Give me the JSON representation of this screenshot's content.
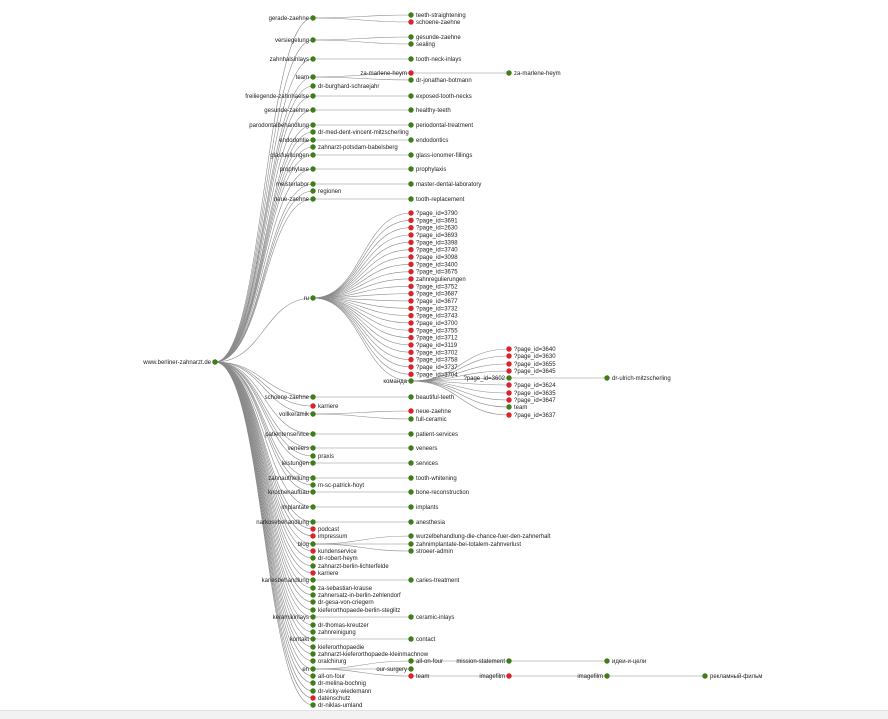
{
  "colors": {
    "ok": "#3f7d1a",
    "error": "#d9242c",
    "edge": "#8a8a8a",
    "text": "#222222"
  },
  "tree": {
    "label": "www.berliner-zahnarzt.de",
    "status": "ok",
    "children": [
      {
        "label": "gerade-zaehne",
        "status": "ok",
        "children": [
          {
            "label": "teeth-straightening",
            "status": "ok"
          },
          {
            "label": "schoene-zaehne",
            "status": "error"
          }
        ]
      },
      {
        "label": "versiegelung",
        "status": "ok",
        "children": [
          {
            "label": "gesunde-zaehne",
            "status": "ok"
          },
          {
            "label": "sealing",
            "status": "ok"
          }
        ]
      },
      {
        "label": "zahnhalsinlays",
        "status": "ok",
        "children": [
          {
            "label": "tooth-neck-inlays",
            "status": "ok"
          }
        ]
      },
      {
        "label": "team",
        "status": "ok",
        "children": [
          {
            "label": "za-marlene-heym",
            "status": "error",
            "children": [
              {
                "label": "za-marlene-heym",
                "status": "ok"
              }
            ]
          },
          {
            "label": "dr-jonathan-botmann",
            "status": "ok"
          }
        ]
      },
      {
        "label": "dr-burghard-schraejahr",
        "status": "ok"
      },
      {
        "label": "freiliegende-zahnhaelse",
        "status": "ok",
        "children": [
          {
            "label": "exposed-tooth-necks",
            "status": "ok"
          }
        ]
      },
      {
        "label": "gesunde-zaehne",
        "status": "ok",
        "children": [
          {
            "label": "healthy-teeth",
            "status": "ok"
          }
        ]
      },
      {
        "label": "parodontalbehandlung",
        "status": "ok",
        "children": [
          {
            "label": "periodontal-treatment",
            "status": "ok"
          }
        ]
      },
      {
        "label": "dr-med-dent-vincent-mitzscherling",
        "status": "ok"
      },
      {
        "label": "endodontie",
        "status": "ok",
        "children": [
          {
            "label": "endodontics",
            "status": "ok"
          }
        ]
      },
      {
        "label": "zahnarzt-potsdam-babelsberg",
        "status": "ok"
      },
      {
        "label": "glasfuellungen",
        "status": "ok",
        "children": [
          {
            "label": "glass-ionomer-fillings",
            "status": "ok"
          }
        ]
      },
      {
        "label": "prophylaxe",
        "status": "ok",
        "children": [
          {
            "label": "prophylaxis",
            "status": "ok"
          }
        ]
      },
      {
        "label": "meisterlabor",
        "status": "ok",
        "children": [
          {
            "label": "master-dental-laboratory",
            "status": "ok"
          }
        ]
      },
      {
        "label": "regionen",
        "status": "ok"
      },
      {
        "label": "neue-zaehne",
        "status": "ok",
        "children": [
          {
            "label": "tooth-replacement",
            "status": "ok"
          }
        ]
      },
      {
        "label": "ru",
        "status": "ok",
        "children": [
          {
            "label": "?page_id=3790",
            "status": "error"
          },
          {
            "label": "?page_id=3691",
            "status": "error"
          },
          {
            "label": "?page_id=2630",
            "status": "error"
          },
          {
            "label": "?page_id=3693",
            "status": "error"
          },
          {
            "label": "?page_id=3398",
            "status": "error"
          },
          {
            "label": "?page_id=3740",
            "status": "error"
          },
          {
            "label": "?page_id=3098",
            "status": "error"
          },
          {
            "label": "?page_id=3400",
            "status": "error"
          },
          {
            "label": "?page_id=3675",
            "status": "error"
          },
          {
            "label": "zahnregulierungen",
            "status": "error"
          },
          {
            "label": "?page_id=3752",
            "status": "error"
          },
          {
            "label": "?page_id=3687",
            "status": "error"
          },
          {
            "label": "?page_id=3677",
            "status": "error"
          },
          {
            "label": "?page_id=3732",
            "status": "error"
          },
          {
            "label": "?page_id=3743",
            "status": "error"
          },
          {
            "label": "?page_id=3700",
            "status": "error"
          },
          {
            "label": "?page_id=3755",
            "status": "error"
          },
          {
            "label": "?page_id=3712",
            "status": "error"
          },
          {
            "label": "?page_id=3119",
            "status": "error"
          },
          {
            "label": "?page_id=3702",
            "status": "error"
          },
          {
            "label": "?page_id=3758",
            "status": "error"
          },
          {
            "label": "?page_id=3737",
            "status": "error"
          },
          {
            "label": "?page_id=3704",
            "status": "error"
          },
          {
            "label": "команда",
            "status": "ok",
            "children": [
              {
                "label": "?page_id=3640",
                "status": "error"
              },
              {
                "label": "?page_id=3630",
                "status": "error"
              },
              {
                "label": "?page_id=3655",
                "status": "error"
              },
              {
                "label": "?page_id=3645",
                "status": "error"
              },
              {
                "label": "?page_id=3602",
                "status": "ok",
                "children": [
                  {
                    "label": "dr-ulrich-mitzscherling",
                    "status": "ok"
                  }
                ]
              },
              {
                "label": "?page_id=3624",
                "status": "error"
              },
              {
                "label": "?page_id=3635",
                "status": "error"
              },
              {
                "label": "?page_id=3647",
                "status": "error"
              },
              {
                "label": "team",
                "status": "ok"
              },
              {
                "label": "?page_id=3637",
                "status": "error"
              }
            ]
          }
        ]
      },
      {
        "label": "schoene-zaehne",
        "status": "ok",
        "children": [
          {
            "label": "beautiful-teeth",
            "status": "ok"
          }
        ]
      },
      {
        "label": "karriere",
        "status": "error"
      },
      {
        "label": "vollkeramik",
        "status": "ok",
        "children": [
          {
            "label": "neue-zaehne",
            "status": "error"
          },
          {
            "label": "full-ceramic",
            "status": "ok"
          }
        ]
      },
      {
        "label": "patientenservice",
        "status": "ok",
        "children": [
          {
            "label": "patient-services",
            "status": "ok"
          }
        ]
      },
      {
        "label": "veneers",
        "status": "ok",
        "children": [
          {
            "label": "veneers",
            "status": "ok"
          }
        ]
      },
      {
        "label": "praxis",
        "status": "ok"
      },
      {
        "label": "leistungen",
        "status": "ok",
        "children": [
          {
            "label": "services",
            "status": "ok"
          }
        ]
      },
      {
        "label": "zahnaufhellung",
        "status": "ok",
        "children": [
          {
            "label": "tooth-whitening",
            "status": "ok"
          }
        ]
      },
      {
        "label": "m-sc-patrick-hoyt",
        "status": "ok"
      },
      {
        "label": "knochenaufbau",
        "status": "ok",
        "children": [
          {
            "label": "bone-reconstruction",
            "status": "ok"
          }
        ]
      },
      {
        "label": "implantate",
        "status": "ok",
        "children": [
          {
            "label": "implants",
            "status": "ok"
          }
        ]
      },
      {
        "label": "narkosebehandlung",
        "status": "ok",
        "children": [
          {
            "label": "anesthesia",
            "status": "ok"
          }
        ]
      },
      {
        "label": "podcast",
        "status": "error"
      },
      {
        "label": "impressum",
        "status": "error"
      },
      {
        "label": "blog",
        "status": "ok",
        "children": [
          {
            "label": "wurzelbehandlung-die-chance-fuer-den-zahnerhalt",
            "status": "ok"
          },
          {
            "label": "zahnimplantate-bei-totalem-zahnverlust",
            "status": "ok"
          },
          {
            "label": "stroeer-admin",
            "status": "ok"
          }
        ]
      },
      {
        "label": "kundenservice",
        "status": "error"
      },
      {
        "label": "dr-robert-heym",
        "status": "ok"
      },
      {
        "label": "zahnarzt-berlin-lichterfelde",
        "status": "ok"
      },
      {
        "label": "karriere",
        "status": "error"
      },
      {
        "label": "kariesbehandlung",
        "status": "ok",
        "children": [
          {
            "label": "caries-treatment",
            "status": "ok"
          }
        ]
      },
      {
        "label": "za-sebastian-krause",
        "status": "ok"
      },
      {
        "label": "zahnersatz-in-berlin-zehlendorf",
        "status": "ok"
      },
      {
        "label": "dr-gesa-von-criegern",
        "status": "ok"
      },
      {
        "label": "kieferorthopaede-berlin-steglitz",
        "status": "ok"
      },
      {
        "label": "keramikinlays",
        "status": "ok",
        "children": [
          {
            "label": "ceramic-inlays",
            "status": "ok"
          }
        ]
      },
      {
        "label": "dr-thomas-kreutzer",
        "status": "ok"
      },
      {
        "label": "zahnreinigung",
        "status": "ok"
      },
      {
        "label": "kontakt",
        "status": "ok",
        "children": [
          {
            "label": "contact",
            "status": "ok"
          }
        ]
      },
      {
        "label": "kieferorthopaedie",
        "status": "ok"
      },
      {
        "label": "zahnarzt-kieferorthopaede-kleinmachnow",
        "status": "ok"
      },
      {
        "label": "oralchirurg",
        "status": "ok"
      },
      {
        "label": "en",
        "status": "ok",
        "children": [
          {
            "label": "all-on-four",
            "status": "ok",
            "children": [
              {
                "label": "mission-statement",
                "status": "ok",
                "children": [
                  {
                    "label": "идеи-и-цели",
                    "status": "ok"
                  }
                ]
              }
            ]
          },
          {
            "label": "our-surgery",
            "status": "ok"
          },
          {
            "label": "team",
            "status": "error",
            "children": [
              {
                "label": "imagefilm",
                "status": "error",
                "children": [
                  {
                    "label": "imagefilm",
                    "status": "ok",
                    "children": [
                      {
                        "label": "рекламный-фильм",
                        "status": "ok"
                      }
                    ]
                  }
                ]
              }
            ]
          }
        ]
      },
      {
        "label": "all-on-four",
        "status": "ok"
      },
      {
        "label": "dr-melina-bochnig",
        "status": "ok"
      },
      {
        "label": "dr-vicky-wiedemann",
        "status": "ok"
      },
      {
        "label": "datenschutz",
        "status": "error"
      },
      {
        "label": "dr-niklas-umland",
        "status": "ok"
      }
    ]
  }
}
